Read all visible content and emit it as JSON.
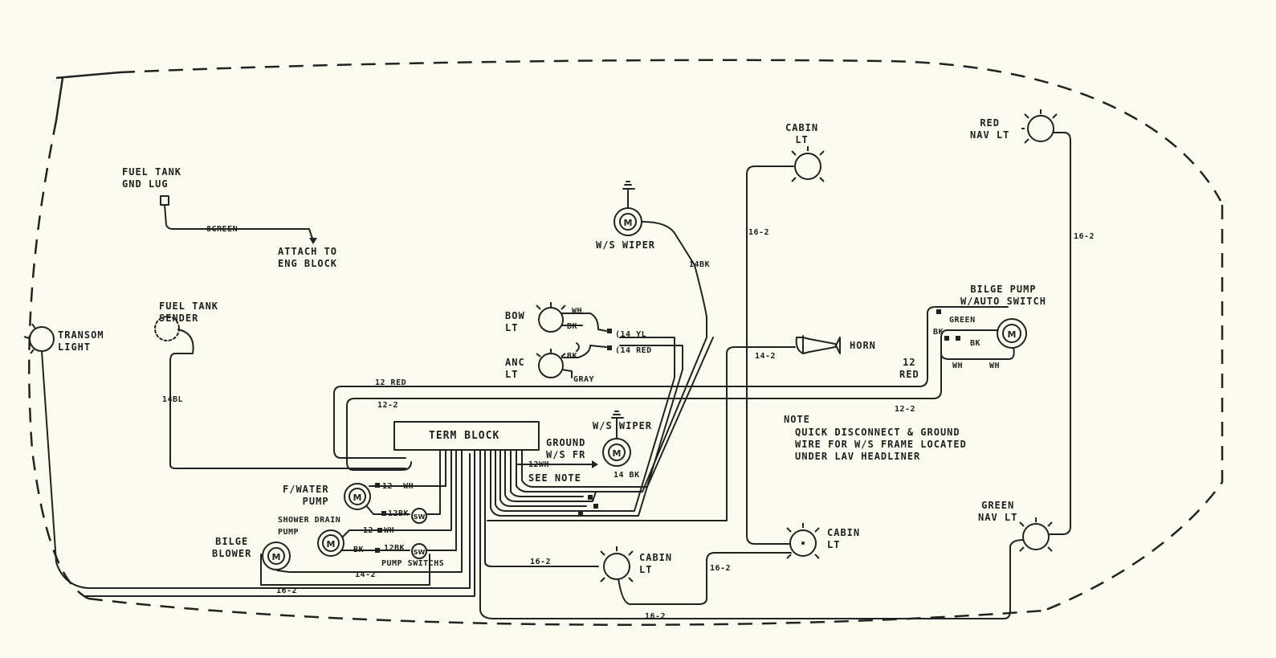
{
  "labels": {
    "fuel_tank_gnd_lug": "FUEL TANK\nGND LUG",
    "green_8": "8GREEN",
    "attach_eng_block": "ATTACH TO\nENG BLOCK",
    "fuel_tank_sender": "FUEL TANK\nSENDER",
    "transom_light": "TRANSOM\nLIGHT",
    "bl_14": "14BL",
    "ws_wiper_top": "W/S WIPER",
    "bk14_top": "14BK",
    "bow_lt": "BOW\nLT",
    "anc_lt": "ANC\nLT",
    "wh_bow": "WH",
    "bk_bow": "BK",
    "bk_anc": "BK",
    "gray": "GRAY",
    "yl14": "(14 YL",
    "red14": "(14 RED",
    "cabin_lt_top": "CABIN\nLT",
    "gauge_16_2_a": "16-2",
    "horn": "HORN",
    "gauge_14_2_horn": "14-2",
    "red_nav_lt": "RED\nNAV LT",
    "gauge_16_2_b": "16-2",
    "bilge_pump": "BILGE PUMP\nW/AUTO SWITCH",
    "green_bp": "GREEN",
    "bk_bp1": "BK",
    "bk_bp2": "BK",
    "wh_bp1": "WH",
    "wh_bp2": "WH",
    "red_12": "12\nRED",
    "red12_top": "12 RED",
    "gauge_12_2_left": "12-2",
    "gauge_12_2_right": "12-2",
    "term_block": "TERM BLOCK",
    "ws_wiper_mid": "W/S WIPER",
    "ground_ws_fr": "GROUND\nW/S FR",
    "wh12": "12WH",
    "see_note": "SEE NOTE",
    "bk14_mid": "14 BK",
    "note_title": "NOTE",
    "note_text": "QUICK DISCONNECT & GROUND\nWIRE FOR W/S FRAME LOCATED\nUNDER LAV HEADLINER",
    "f_water_pump": "F/WATER\nPUMP",
    "wh12_pump": "12- WH",
    "bk12_a": "12BK",
    "shower_drain": "SHOWER DRAIN\nPUMP",
    "wh12_sd": "12- WH",
    "bk_sd": "BK",
    "bk12_b": "12BK",
    "pump_switches": "PUMP SWITCHS",
    "bilge_blower": "BILGE\nBLOWER",
    "gauge_14_2_low": "14-2",
    "gauge_16_2_low": "16-2",
    "gauge_16_2_mid": "16-2",
    "cabin_lt_low": "CABIN\nLT",
    "gauge_16_2_cab": "16-2",
    "cabin_lt_right": "CABIN\nLT",
    "green_nav_lt": "GREEN\nNAV LT",
    "gauge_16_2_bottom": "16-2",
    "motor_m": "M",
    "sw": "SW"
  }
}
